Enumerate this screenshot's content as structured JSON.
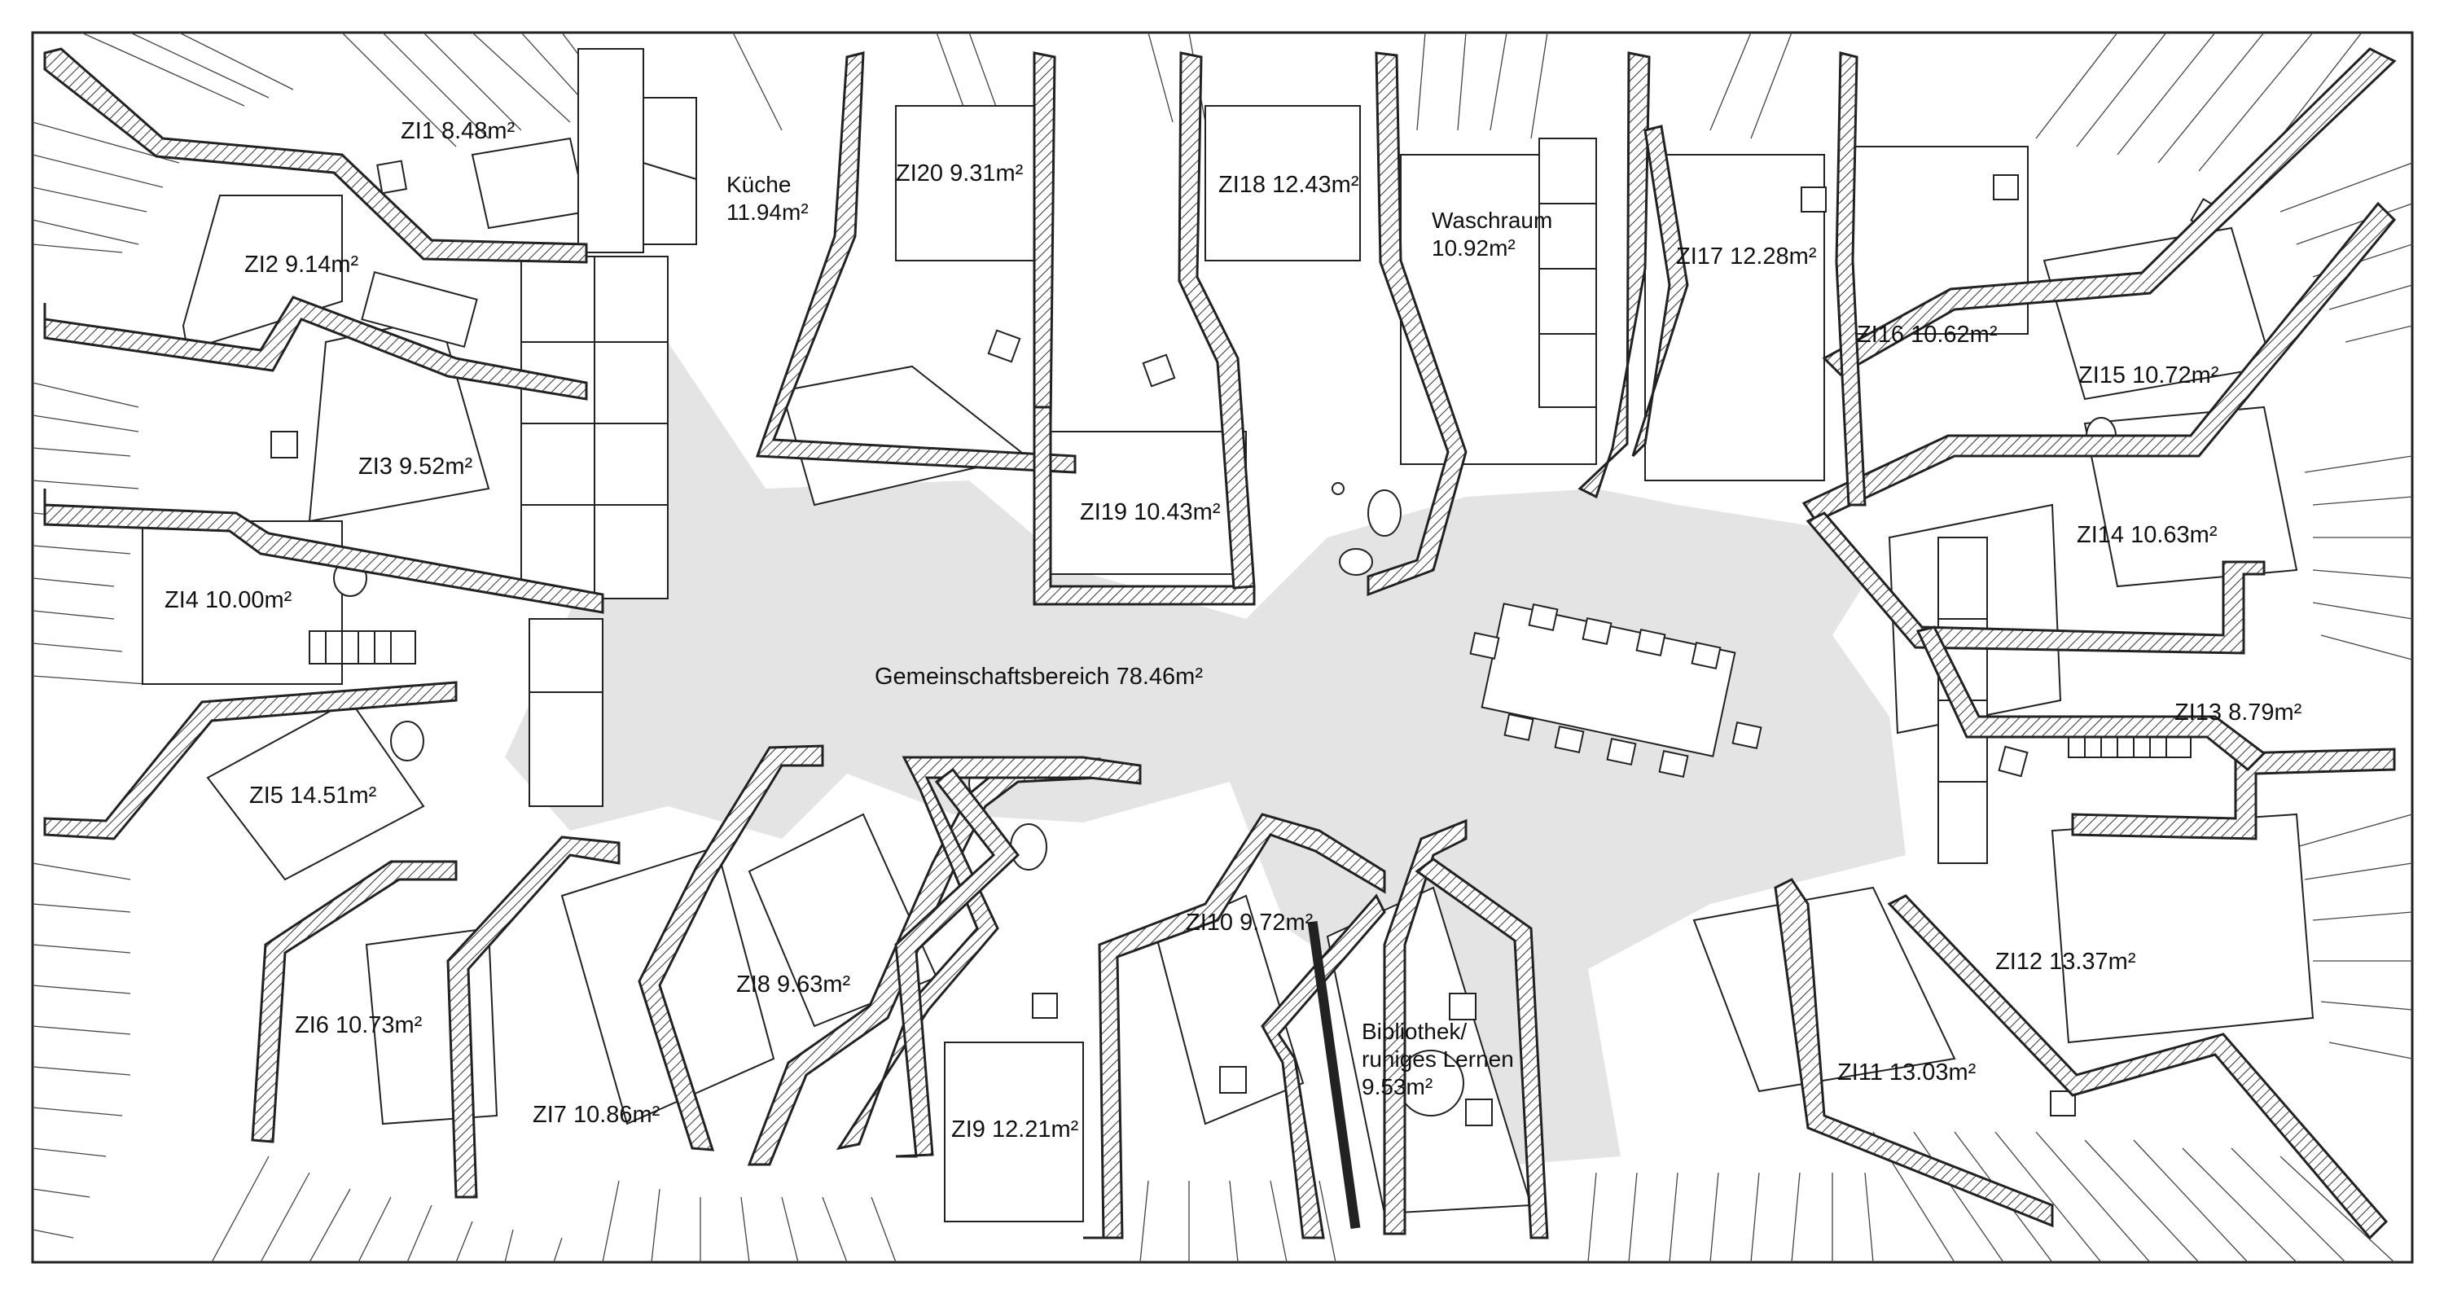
{
  "plan": {
    "common_area": "Gemeinschaftsbereich 78.46m²",
    "kitchen": {
      "name": "Küche",
      "area": "11.94m²"
    },
    "washroom": {
      "name": "Waschraum",
      "area": "10.92m²"
    },
    "library": {
      "line1": "Bibliothek/",
      "line2": "ruhiges Lernen",
      "area": "9.53m²"
    },
    "rooms": [
      "ZI1 8.48m²",
      "ZI2 9.14m²",
      "ZI3 9.52m²",
      "ZI4 10.00m²",
      "ZI5 14.51m²",
      "ZI6 10.73m²",
      "ZI7 10.86m²",
      "ZI8 9.63m²",
      "ZI9 12.21m²",
      "ZI10 9.72m²",
      "ZI11 13.03m²",
      "ZI12 13.37m²",
      "ZI13 8.79m²",
      "ZI14 10.63m²",
      "ZI15 10.72m²",
      "ZI16 10.62m²",
      "ZI17 12.28m²",
      "ZI18 12.43m²",
      "ZI19 10.43m²",
      "ZI20 9.31m²"
    ]
  }
}
